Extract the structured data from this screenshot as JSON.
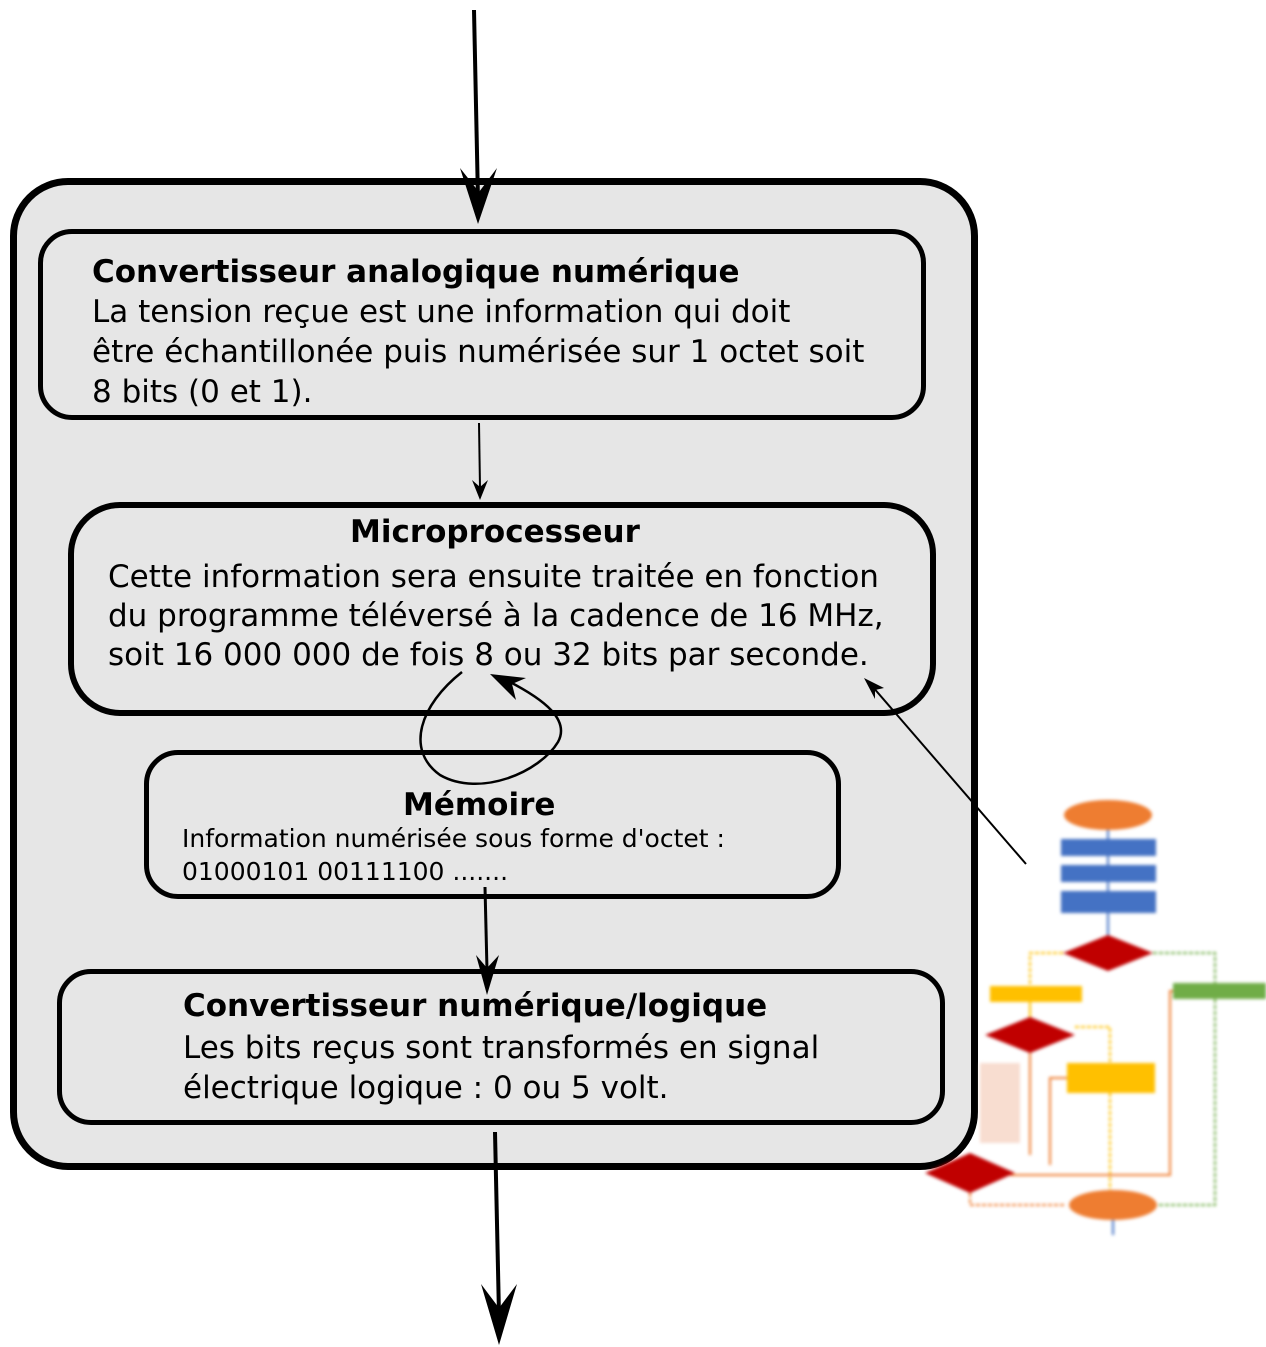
{
  "blocks": {
    "adc": {
      "title": "Convertisseur analogique numérique",
      "text": "La tension reçue est une information qui doit\nêtre échantillonée puis numérisée sur 1 octet soit\n8 bits (0 et 1)."
    },
    "cpu": {
      "title": "Microprocesseur",
      "text": "Cette information sera ensuite traitée en fonction\ndu programme téléversé à la cadence de 16 MHz,\nsoit 16 000 000 de fois 8 ou 32 bits par seconde."
    },
    "memory": {
      "title": "Mémoire",
      "text": "Information numérisée sous forme d'octet :\n01000101 00111100 ......."
    },
    "dac": {
      "title": "Convertisseur numérique/logique",
      "text": "Les bits reçus sont transformés en signal\nélectrique logique : 0 ou 5 volt."
    }
  },
  "colors": {
    "outer_fill": "#e6e6e6",
    "stroke": "#000000",
    "flow_orange": "#ee7d31",
    "flow_blue": "#4472c4",
    "flow_red": "#c00000",
    "flow_yellow": "#ffc000",
    "flow_green": "#70ad47"
  }
}
